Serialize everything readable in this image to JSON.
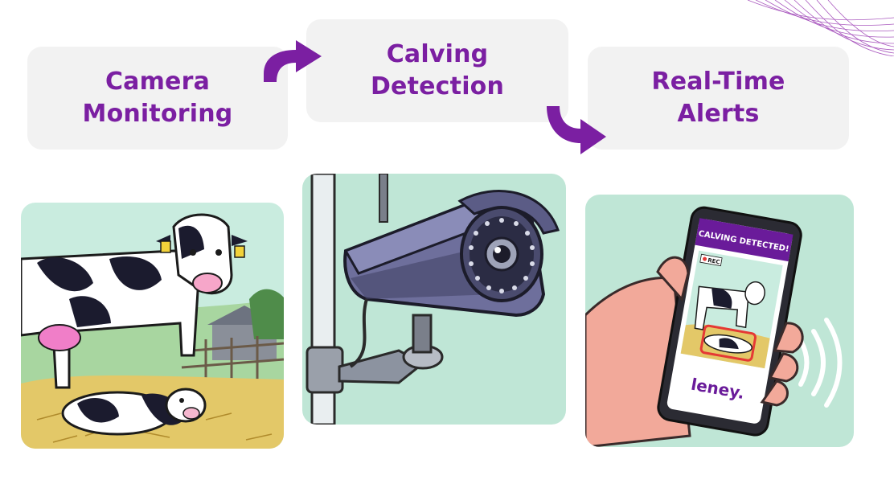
{
  "colors": {
    "accent_purple": "#7b1fa2",
    "box_gray": "#f2f2f2",
    "mint_background": "#bfe6d6",
    "alert_red": "#e53935"
  },
  "steps": [
    {
      "label": "Camera\nMonitoring"
    },
    {
      "label": "Calving\nDetection"
    },
    {
      "label": "Real-Time\nAlerts"
    }
  ],
  "arrows": [
    {
      "from": "Camera Monitoring",
      "to": "Calving Detection",
      "icon": "curved-arrow-up-right-icon"
    },
    {
      "from": "Calving Detection",
      "to": "Real-Time Alerts",
      "icon": "curved-arrow-down-right-icon"
    }
  ],
  "illustrations": {
    "cow_scene": {
      "icon": "cow-and-calf-illustration"
    },
    "camera_scene": {
      "icon": "security-camera-illustration"
    },
    "phone_scene": {
      "icon": "phone-alert-illustration",
      "screen_header": "CALVING DETECTED!",
      "rec_label": "REC",
      "brand": "leney."
    }
  }
}
